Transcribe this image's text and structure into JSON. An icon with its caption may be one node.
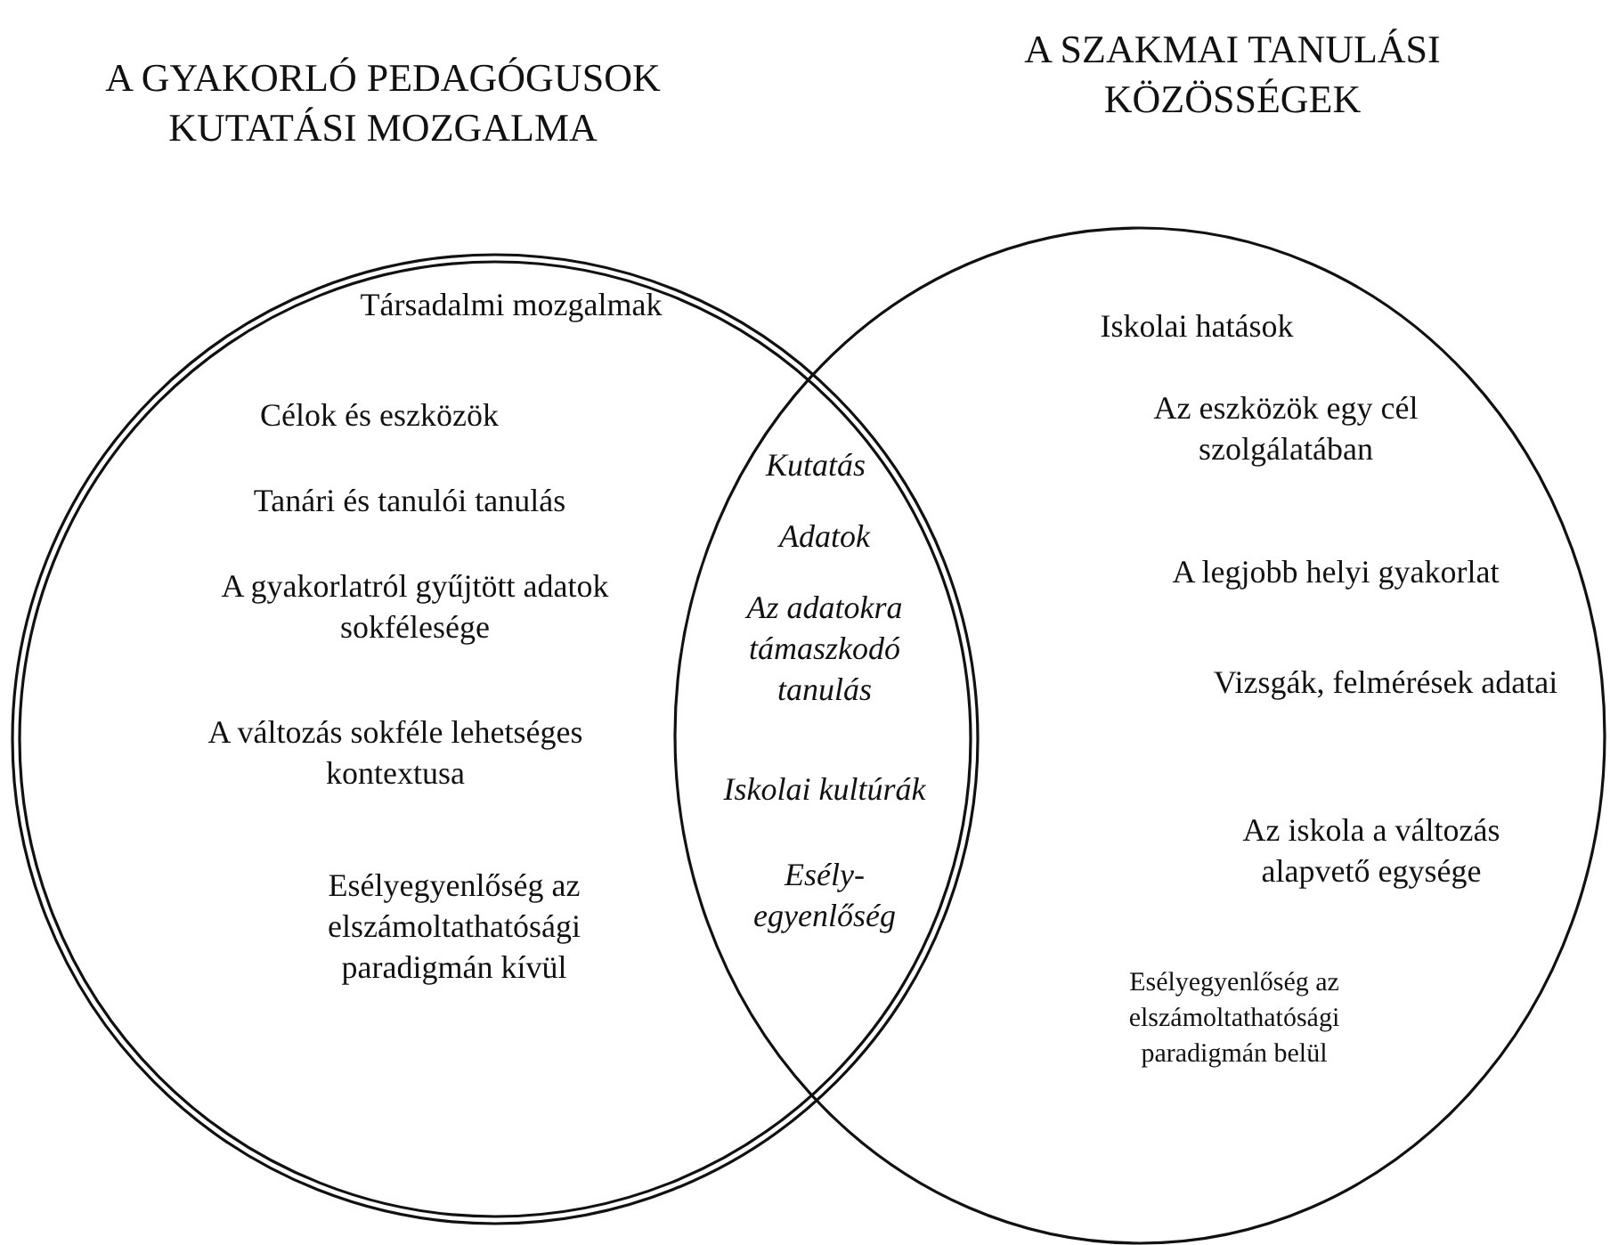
{
  "diagram": {
    "nodes": [
      {
        "text": [
          "A GYAKORLÓ PEDAGÓGUSOK KUTATÁSI MOZGALMA"
        ]
      },
      {
        "text": [
          "A SZAKMAI TANULÁSI KÖZÖSSÉGEK"
        ]
      }
    ],
    "edges": [],
    "labels": [
      "Társadalmi mozgalmak",
      "Célok és eszközök",
      "Tanári és tanulói tanulás",
      "A gyakorlatról gyűjtött adatok sokfélesége",
      "A változás sokféle lehetséges kontextusa",
      "Esélyegyenlőség az elszámoltathatósági paradigmán kívül",
      "Kutatás",
      "Adatok",
      "Az adatokra támaszkodó tanulás",
      "Iskolai kultúrák",
      "Esély-egyenlőség",
      "Iskolai hatások",
      "Az eszközök egy cél szolgálatában",
      "A legjobb helyi gyakorlat",
      "Vizsgák, felmérések adatai",
      "Az iskola a változás alapvető egysége",
      "Esélyegyenlőség az elszámoltathatósági paradigmán belül"
    ]
  }
}
